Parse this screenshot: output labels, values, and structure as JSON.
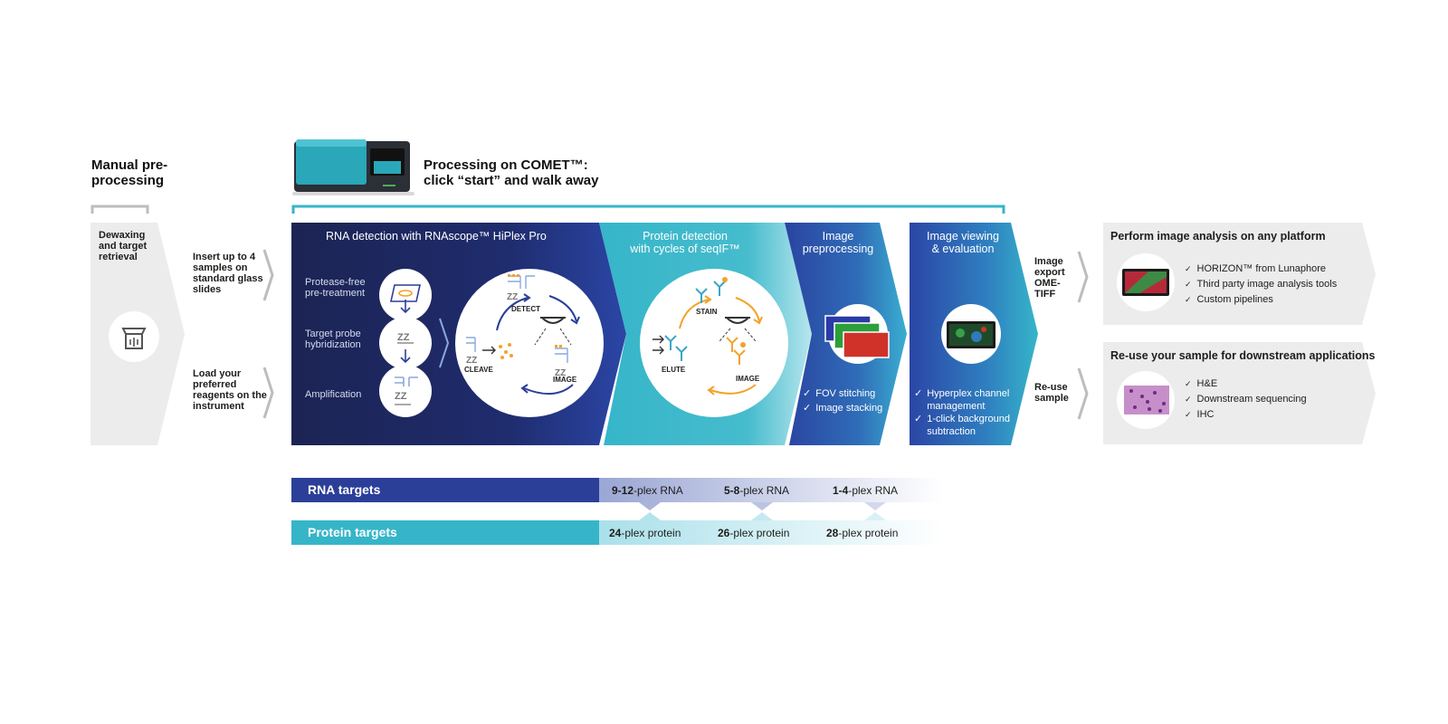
{
  "manual": {
    "title": "Manual pre-processing",
    "step_dewax": "Dewaxing and target retrieval",
    "insert_note": "Insert up to 4 samples on standard glass slides",
    "load_note": "Load your preferred reagents on the instrument"
  },
  "comet": {
    "title_line1": "Processing on COMET™:",
    "title_line2": "click “start” and walk away"
  },
  "rna_section": {
    "title": "RNA detection with RNAscope™ HiPlex Pro",
    "steps": [
      "Protease-free pre-treatment",
      "Target probe hybridization",
      "Amplification"
    ],
    "cycle": {
      "detect": "DETECT",
      "image": "IMAGE",
      "cleave": "CLEAVE"
    }
  },
  "protein_section": {
    "title_line1": "Protein detection",
    "title_line2": "with cycles of seqIF™",
    "cycle": {
      "stain": "STAIN",
      "image": "IMAGE",
      "elute": "ELUTE"
    }
  },
  "preproc_section": {
    "title_line1": "Image",
    "title_line2": "preprocessing",
    "items": [
      "FOV stitching",
      "Image stacking"
    ]
  },
  "viewing_section": {
    "title_line1": "Image viewing",
    "title_line2": "& evaluation",
    "items": [
      "Hyperplex channel management",
      "1-click background subtraction"
    ]
  },
  "export": {
    "image_export": "Image export OME-TIFF",
    "reuse": "Re-use sample"
  },
  "analysis": {
    "title": "Perform image analysis on any platform",
    "items": [
      "HORIZON™ from Lunaphore",
      "Third party image analysis tools",
      "Custom pipelines"
    ]
  },
  "downstream": {
    "title": "Re-use your sample for downstream applications",
    "items": [
      "H&E",
      "Downstream sequencing",
      "IHC"
    ]
  },
  "targets": {
    "rna_label": "RNA targets",
    "protein_label": "Protein targets",
    "rna": [
      {
        "num": "9-12",
        "suffix": "-plex RNA"
      },
      {
        "num": "5-8",
        "suffix": "-plex RNA"
      },
      {
        "num": "1-4",
        "suffix": "-plex RNA"
      }
    ],
    "protein": [
      {
        "num": "24",
        "suffix": "-plex protein"
      },
      {
        "num": "26",
        "suffix": "-plex protein"
      },
      {
        "num": "28",
        "suffix": "-plex protein"
      }
    ]
  },
  "colors": {
    "navy": "#1c2453",
    "blue": "#2b3f99",
    "teal": "#36b5c9",
    "grey_panel": "#ececec"
  },
  "icons": [
    "slide-icon",
    "down-arrow-icon",
    "zz-probe-icon",
    "microscope-icon",
    "antibody-icon",
    "box-icon",
    "checkmark-icon",
    "chevron-right-icon"
  ]
}
